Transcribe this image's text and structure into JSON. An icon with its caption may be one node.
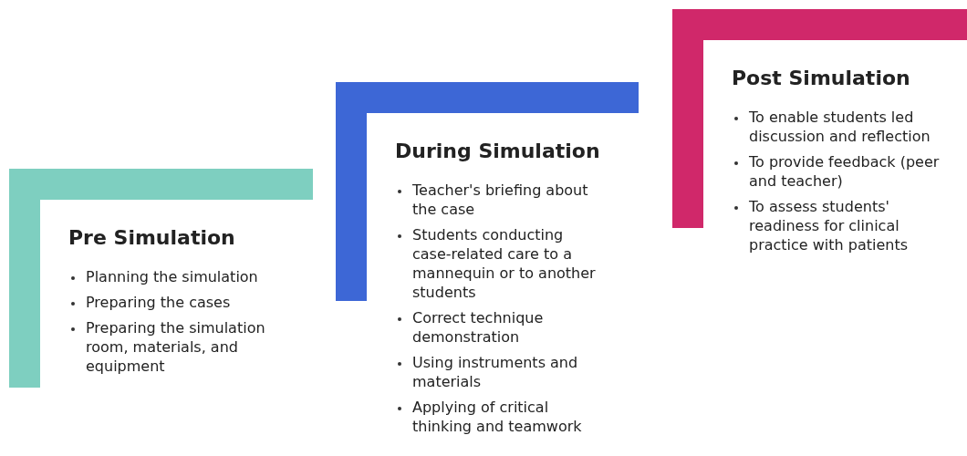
{
  "diagram": {
    "nodes": [
      {
        "text": [
          "Pre Simulation",
          "Planning the simulation",
          "Preparing the cases",
          "Preparing the simulation room, materials, and equipment"
        ]
      },
      {
        "text": [
          "During Simulation",
          "Teacher's briefing about the case",
          "Students conducting case-related care to a mannequin or to another students",
          "Correct technique demonstration",
          "Using instruments and materials",
          "Applying of critical thinking and teamwork"
        ]
      },
      {
        "text": [
          "Post Simulation",
          "To enable students led discussion and reflection",
          "To provide feedback (peer and teacher)",
          "To assess students' readiness for clinical practice with patients"
        ]
      }
    ]
  }
}
